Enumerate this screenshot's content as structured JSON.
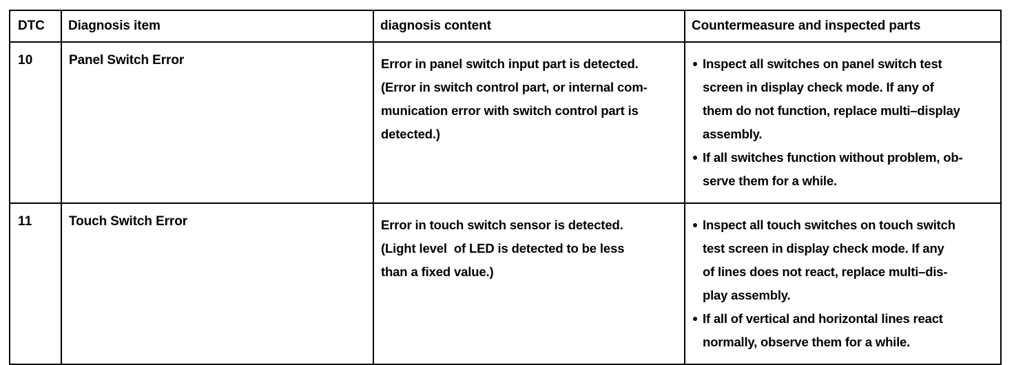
{
  "table": {
    "columns": [
      {
        "key": "dtc",
        "label": "DTC"
      },
      {
        "key": "item",
        "label": "Diagnosis item"
      },
      {
        "key": "content",
        "label": "diagnosis content"
      },
      {
        "key": "measure",
        "label": "Countermeasure and inspected parts"
      }
    ],
    "rows": [
      {
        "dtc": "10",
        "item": "Panel Switch Error",
        "content_lines": [
          "Error in panel switch input part is detected.",
          "(Error in switch control part, or internal com-",
          "munication error with switch control part is",
          "detected.)"
        ],
        "measures": [
          "Inspect all switches on panel switch test screen in display check mode. If any of them do not function, replace multi–display assembly.",
          "If all switches function without problem, observe them for a while."
        ],
        "measure_lines": [
          [
            "Inspect all switches on panel switch test",
            "screen in display check mode. If any of",
            "them do not function, replace multi–display",
            "assembly."
          ],
          [
            "If all switches function without problem, ob-",
            "serve them for a while."
          ]
        ]
      },
      {
        "dtc": "11",
        "item": "Touch Switch Error",
        "content_lines": [
          "Error in touch switch sensor is detected.",
          "(Light level  of LED is detected to be less",
          "than a fixed value.)"
        ],
        "measures": [
          "Inspect all touch switches on touch switch test screen in display check mode. If any of lines does not react, replace multi–display assembly.",
          "If all of vertical and horizontal lines react normally, observe them for a while."
        ],
        "measure_lines": [
          [
            "Inspect all touch switches on touch switch",
            "test screen in display check mode. If any",
            "of lines does not react, replace multi–dis-",
            "play assembly."
          ],
          [
            "If all of vertical and horizontal lines react",
            "normally, observe them for a while."
          ]
        ]
      }
    ]
  },
  "colors": {
    "page_background": "#ffffff",
    "text": "#000000",
    "border": "#000000"
  }
}
